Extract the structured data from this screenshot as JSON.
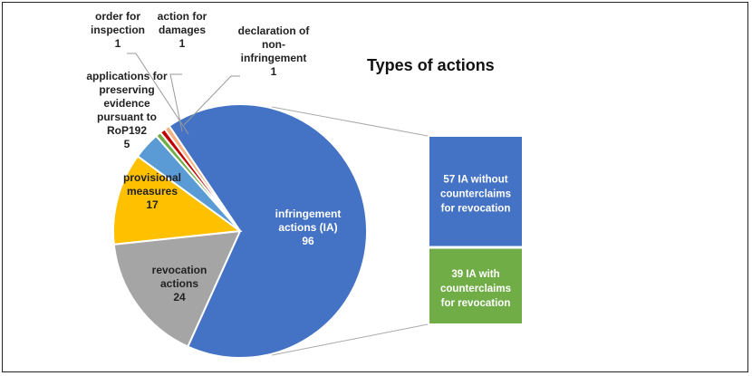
{
  "chart_data": {
    "type": "pie-of-bar",
    "title": "Types of actions",
    "slices": [
      {
        "label": "infringement actions (IA)",
        "value": 96,
        "color": "#4472C4",
        "lines": [
          "infringement",
          "actions (IA)",
          "96"
        ]
      },
      {
        "label": "revocation actions",
        "value": 24,
        "color": "#A5A5A5",
        "lines": [
          "revocation",
          "actions",
          "24"
        ]
      },
      {
        "label": "provisional measures",
        "value": 17,
        "color": "#FFC000",
        "lines": [
          "provisional",
          "measures",
          "17"
        ]
      },
      {
        "label": "applications for preserving evidence pursuant to RoP192",
        "value": 5,
        "color": "#5B9BD5",
        "lines": [
          "applications for",
          "preserving",
          "evidence",
          "pursuant to",
          "RoP192",
          "5"
        ]
      },
      {
        "label": "order for inspection",
        "value": 1,
        "color": "#70AD47",
        "lines": [
          "order for",
          "inspection",
          "1"
        ]
      },
      {
        "label": "action for damages",
        "value": 1,
        "color": "#C00000",
        "lines": [
          "action for",
          "damages",
          "1"
        ]
      },
      {
        "label": "declaration of non-infringement",
        "value": 1,
        "color": "#F4B183",
        "lines": [
          "declaration of",
          "non-",
          "infringement",
          "1"
        ]
      }
    ],
    "breakdown": {
      "of": "infringement actions (IA)",
      "segments": [
        {
          "value": 57,
          "label": "IA without counterclaims for revocation",
          "color": "#4472C4",
          "lines": [
            "57  IA without",
            "counterclaims",
            "for revocation"
          ]
        },
        {
          "value": 39,
          "label": "IA with counterclaims for revocation",
          "color": "#70AD47",
          "lines": [
            "39 IA with",
            "counterclaims",
            "for revocation"
          ]
        }
      ]
    }
  }
}
